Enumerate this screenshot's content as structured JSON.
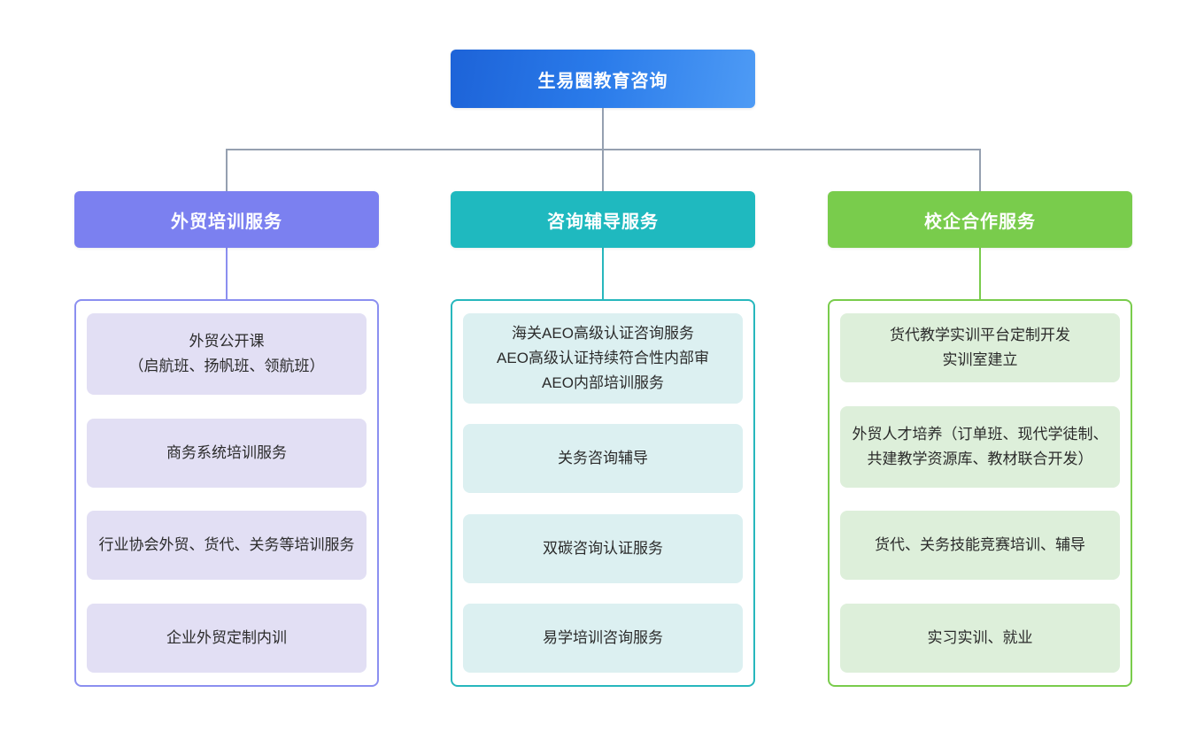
{
  "root": {
    "label": "生易圈教育咨询"
  },
  "colors": {
    "root_gradient_start": "#1d63d8",
    "root_gradient_end": "#4e9bf5",
    "branch_purple": "#7b80f0",
    "branch_teal": "#1fb9bf",
    "branch_green": "#79cc4c",
    "panel_border_purple": "#8b8ff0",
    "panel_border_teal": "#27b7bd",
    "panel_border_green": "#79cc4c",
    "item_fill_purple": "#e2dff4",
    "item_fill_teal": "#dcf0f1",
    "item_fill_green": "#ddefda",
    "connector": "#95a0b0",
    "text_dark": "#2b2b2b",
    "text_light": "#ffffff"
  },
  "branches": [
    {
      "id": "training",
      "header": "外贸培训服务",
      "items": [
        "外贸公开课\n（启航班、扬帆班、领航班）",
        "商务系统培训服务",
        "行业协会外贸、货代、关务等培训服务",
        "企业外贸定制内训"
      ]
    },
    {
      "id": "consulting",
      "header": "咨询辅导服务",
      "items": [
        "海关AEO高级认证咨询服务\nAEO高级认证持续符合性内部审\nAEO内部培训服务",
        "关务咨询辅导",
        "双碳咨询认证服务",
        "易学培训咨询服务"
      ]
    },
    {
      "id": "school-enterprise",
      "header": "校企合作服务",
      "items": [
        "货代教学实训平台定制开发\n实训室建立",
        "外贸人才培养（订单班、现代学徒制、共建教学资源库、教材联合开发）",
        "货代、关务技能竞赛培训、辅导",
        "实习实训、就业"
      ]
    }
  ]
}
